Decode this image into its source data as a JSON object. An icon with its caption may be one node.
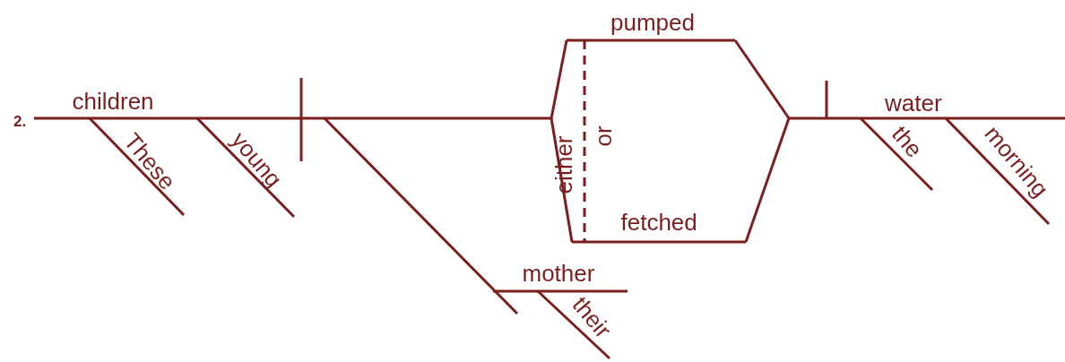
{
  "diagram": {
    "labels": [
      "2.",
      "children",
      "These",
      "young",
      "pumped",
      "either",
      "or",
      "water",
      "the",
      "morning",
      "fetched",
      "mother",
      "their"
    ]
  }
}
